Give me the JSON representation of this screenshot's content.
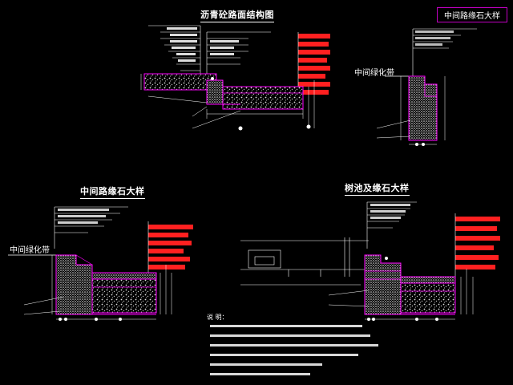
{
  "titles": {
    "pavement_structure": "沥青砼路面结构图",
    "median_curb_detail_top": "中间路缘石大样",
    "median_curb_detail_left": "中间路缘石大样",
    "tree_pit_curb_detail": "树池及缘石大样"
  },
  "labels": {
    "median_green_belt_top": "中间绿化带",
    "median_green_belt_left": "中间绿化带"
  },
  "notes": {
    "heading": "说 明："
  },
  "colors": {
    "background": "#000000",
    "outline": "#ff00ff",
    "leader": "#ffffff",
    "callout": "#ff2020",
    "section": "#ffffff"
  }
}
